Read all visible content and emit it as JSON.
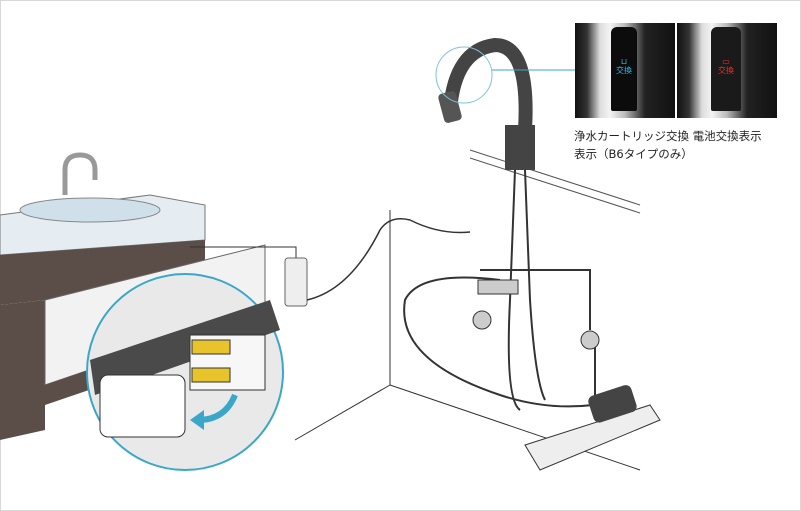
{
  "indicators": {
    "left": {
      "icon": "filter-cartridge-icon",
      "label": "交換",
      "color": "#3fb6e8"
    },
    "right": {
      "icon": "battery-icon",
      "label": "交換",
      "color": "#e8322a"
    }
  },
  "caption": {
    "line1": "浄水カートリッジ交換 電池交換表示",
    "line2": "表示（B6タイプのみ）"
  },
  "colors": {
    "accent": "#3aa7c9",
    "cabinet": "#5b4e48",
    "counter": "#e8eef2"
  }
}
